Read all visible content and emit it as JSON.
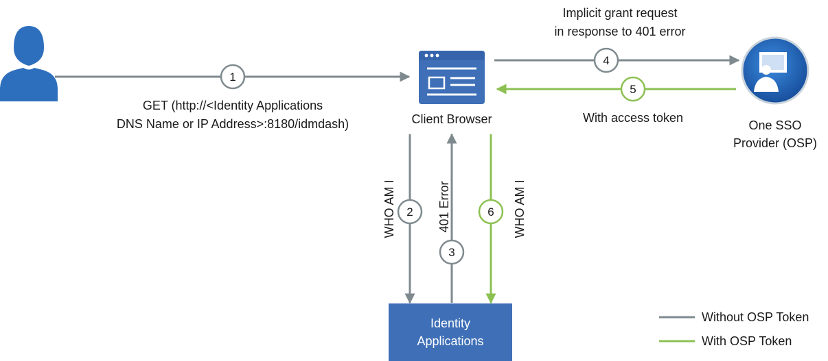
{
  "colors": {
    "gray": "#7f8a8f",
    "green": "#8cc152",
    "blue": "#2e6fbd",
    "box": "#3e6fb7",
    "text": "#1a1a1a"
  },
  "icons": {
    "user": "user-silhouette-icon",
    "browser": "browser-window-icon",
    "osp": "osp-provider-icon"
  },
  "steps": [
    "1",
    "2",
    "3",
    "4",
    "5",
    "6"
  ],
  "labels": {
    "get_line1": "GET (http://<Identity Applications",
    "get_line2": "DNS Name or IP Address>:8180/idmdash)",
    "client_browser": "Client Browser",
    "implicit_line1": "Implicit grant request",
    "implicit_line2": "in response to 401 error",
    "with_access_token": "With access token",
    "osp_line1": "One SSO",
    "osp_line2": "Provider (OSP)",
    "who_am_i_2": "WHO AM I",
    "error_401": "401 Error",
    "who_am_i_6": "WHO AM I",
    "identity_line1": "Identity",
    "identity_line2": "Applications"
  },
  "legend": [
    {
      "label": "Without OSP Token",
      "color": "#7f8a8f"
    },
    {
      "label": "With OSP Token",
      "color": "#8cc152"
    }
  ]
}
